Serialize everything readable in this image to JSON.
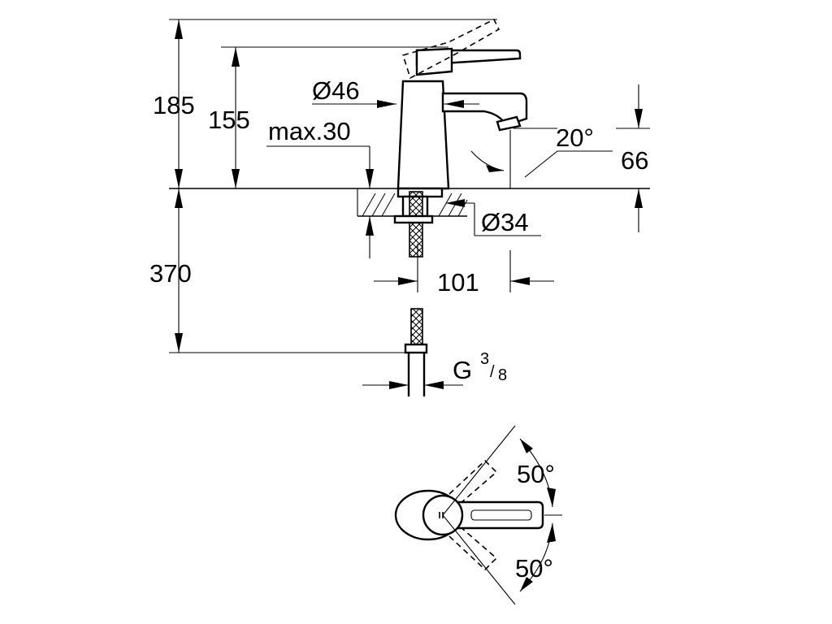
{
  "dimensions": {
    "total_height": "185",
    "spout_height": "155",
    "max_thickness": "max.30",
    "body_diameter": "Ø46",
    "spout_angle": "20°",
    "spout_clearance": "66",
    "hole_diameter": "Ø34",
    "hose_length": "370",
    "spout_reach": "101",
    "thread_main": "G",
    "thread_num": "3",
    "thread_den": "8",
    "lever_angle_top": "50°",
    "lever_angle_bottom": "50°"
  }
}
